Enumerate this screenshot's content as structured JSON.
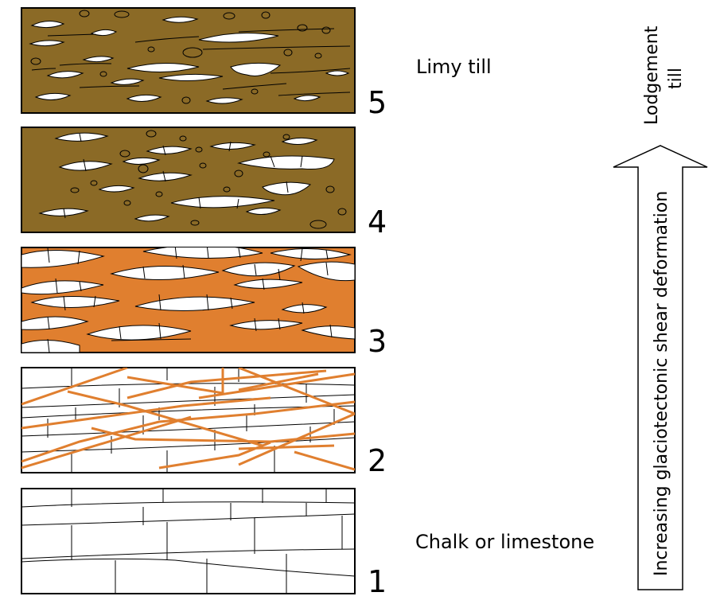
{
  "panels": [
    {
      "number": "1",
      "type": "bedded_blocks",
      "fill": "#ffffff"
    },
    {
      "number": "2",
      "type": "fractured_blocks",
      "fill": "#ffffff",
      "fracture_color": "#e07f2f"
    },
    {
      "number": "3",
      "type": "lenses",
      "fill": "#e07f2f"
    },
    {
      "number": "4",
      "type": "clasts",
      "fill": "#8b6a26"
    },
    {
      "number": "5",
      "type": "limy_till",
      "fill": "#8b6a26"
    }
  ],
  "labels": {
    "limy_till": "Limy till",
    "chalk": "Chalk or limestone",
    "lodgement_line1": "Lodgement",
    "lodgement_line2": "till",
    "arrow_text": "Increasing glaciotectonic shear deformation"
  },
  "colors": {
    "orange": "#e07f2f",
    "brown": "#8b6a26",
    "outline": "#000000"
  }
}
